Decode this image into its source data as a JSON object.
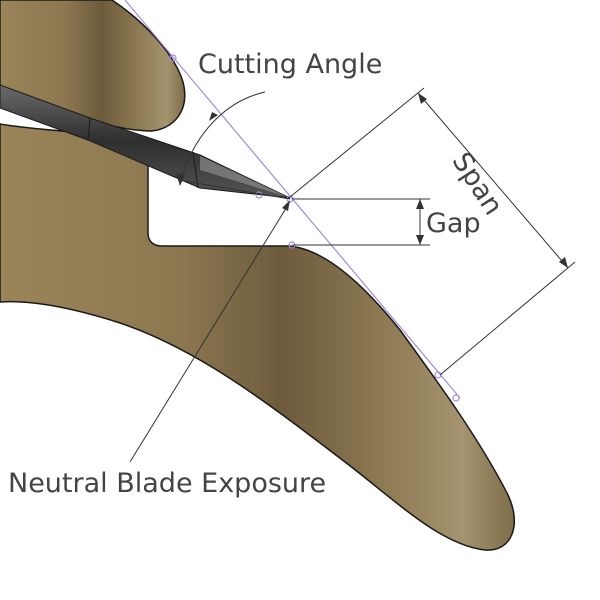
{
  "labels": {
    "cutting_angle": "Cutting Angle",
    "gap": "Gap",
    "span": "Span",
    "neutral_blade_exposure": "Neutral Blade Exposure"
  },
  "colors": {
    "body": "#8f7a54",
    "body_dark": "#6e5c3c",
    "body_light": "#a89770",
    "outline": "#1a1a1a",
    "construction_line": "#a38ad9",
    "dimension_line": "#333333",
    "blade": "#3a3a3a",
    "blade_light": "#7c7c7c",
    "text": "#444444"
  }
}
